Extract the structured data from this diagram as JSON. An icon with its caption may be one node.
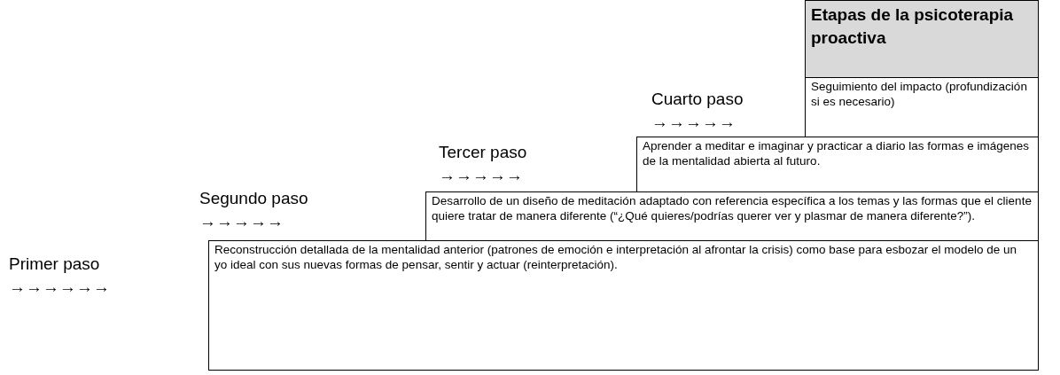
{
  "diagram": {
    "nodes": [
      {
        "text": [
          "Etapas de la psicoterapia proactiva"
        ]
      },
      {
        "text": [
          "Seguimiento del impacto (profundización si es necesario)"
        ],
        "beside": [
          "Cuarto paso",
          "→→→→→"
        ]
      },
      {
        "text": [
          "Aprender a meditar e imaginar y practicar a diario las formas e imágenes de la mentalidad abierta al futuro."
        ],
        "beside": [
          "Tercer paso",
          "→→→→→"
        ]
      },
      {
        "text": [
          "Desarrollo de un diseño de meditación adaptado con referencia específica a los temas y las formas que el cliente quiere tratar de manera diferente (“¿Qué quieres/podrías querer ver y plasmar de manera diferente?”)."
        ],
        "beside": [
          "Segundo paso",
          "→→→→→"
        ]
      },
      {
        "text": [
          "Reconstrucción detallada de la mentalidad anterior (patrones de emoción e interpretación al afrontar la crisis) como base para esbozar el modelo de un yo ideal con sus nuevas formas de pensar, sentir y actuar (reinterpretación)."
        ],
        "beside": [
          "Primer paso",
          "→→→→→→"
        ]
      }
    ]
  }
}
